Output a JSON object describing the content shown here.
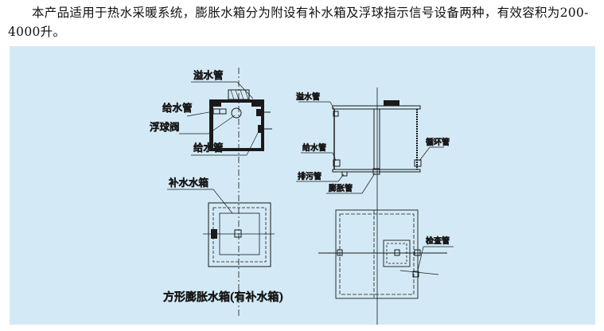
{
  "intro": "本产品适用于热水采暖系统，膨胀水箱分为附设有补水箱及浮球指示信号设备两种，有效容积为200-4000升。",
  "left_diagram": {
    "overflow_pipe": "溢水管",
    "supply_pipe_top": "给水管",
    "float_valve": "浮球阀",
    "supply_pipe_bottom": "给水管",
    "makeup_tank": "补水水箱",
    "caption": "方形膨胀水箱(有补水箱)"
  },
  "right_diagram": {
    "overflow_pipe": "溢水管",
    "supply_pipe": "给水管",
    "circulation_pipe": "循环管",
    "drain_pipe": "排污管",
    "expansion_pipe": "膨胀管",
    "inspection_pipe": "检查管"
  },
  "colors": {
    "panel": "#d3eaf6",
    "line": "#1a1a1a"
  }
}
